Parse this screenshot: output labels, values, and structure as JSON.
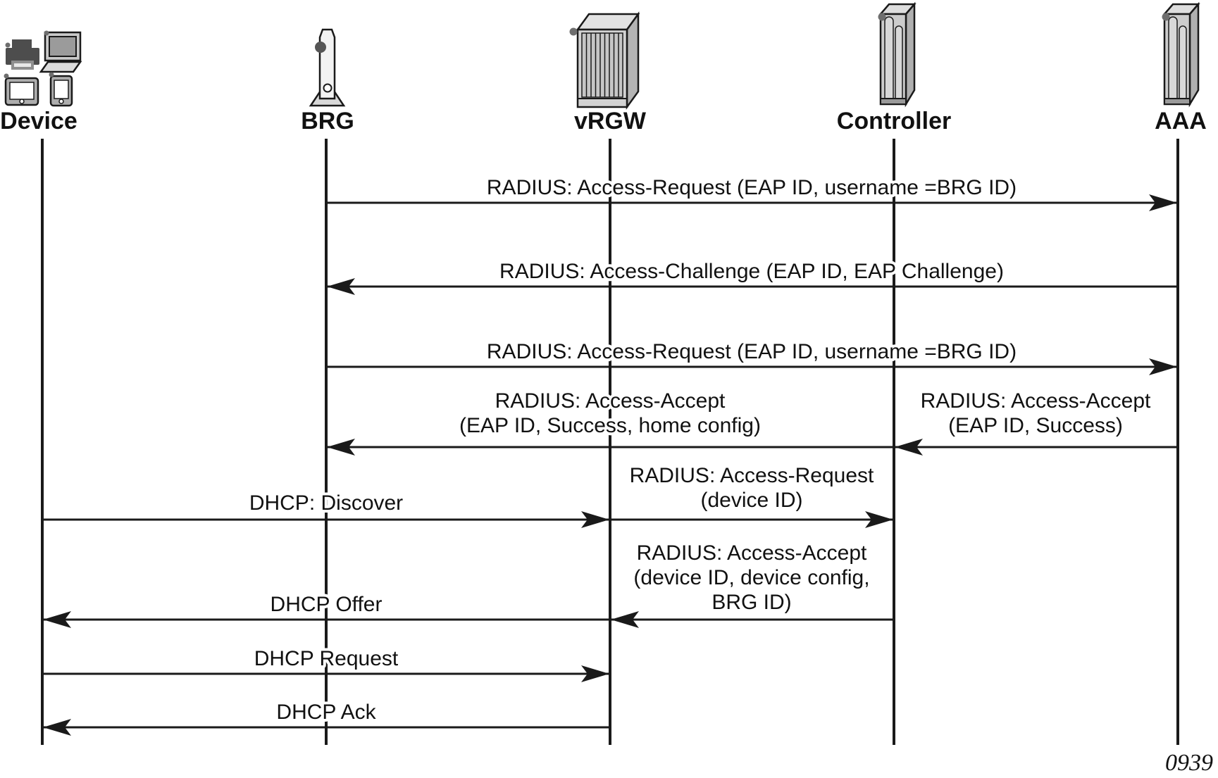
{
  "figure": {
    "number": "0939"
  },
  "colors": {
    "line": "#1a1a1a",
    "text": "#111111",
    "icon_front": "#cccccc",
    "icon_side": "#b0b0b0",
    "icon_top": "#dedede",
    "icon_dot": "#6e6e6e",
    "background": "#ffffff"
  },
  "actors": [
    {
      "id": "device",
      "label": "Device",
      "icon": "device-cluster-icon"
    },
    {
      "id": "brg",
      "label": "BRG",
      "icon": "gateway-icon"
    },
    {
      "id": "vrgw",
      "label": "vRGW",
      "icon": "chassis-icon"
    },
    {
      "id": "controller",
      "label": "Controller",
      "icon": "server-tower-icon"
    },
    {
      "id": "aaa",
      "label": "AAA",
      "icon": "server-tower-icon"
    }
  ],
  "messages": [
    {
      "id": "m1",
      "from": "BRG",
      "to": "AAA",
      "lines": [
        "RADIUS: Access-Request (EAP ID, username =BRG ID)"
      ]
    },
    {
      "id": "m2",
      "from": "AAA",
      "to": "BRG",
      "lines": [
        "RADIUS: Access-Challenge (EAP ID, EAP Challenge)"
      ]
    },
    {
      "id": "m3",
      "from": "BRG",
      "to": "AAA",
      "lines": [
        "RADIUS: Access-Request (EAP ID, username =BRG ID)"
      ]
    },
    {
      "id": "m4",
      "from": "Controller",
      "to": "BRG",
      "lines": [
        "RADIUS: Access-Accept",
        "(EAP ID, Success, home config)"
      ]
    },
    {
      "id": "m5",
      "from": "AAA",
      "to": "Controller",
      "lines": [
        "RADIUS: Access-Accept",
        "(EAP ID, Success)"
      ]
    },
    {
      "id": "m6",
      "from": "Device",
      "to": "vRGW",
      "lines": [
        "DHCP: Discover"
      ]
    },
    {
      "id": "m7",
      "from": "vRGW",
      "to": "Controller",
      "lines": [
        "RADIUS: Access-Request",
        "(device ID)"
      ]
    },
    {
      "id": "m8",
      "from": "Controller",
      "to": "vRGW",
      "lines": [
        "RADIUS: Access-Accept",
        "(device ID, device config,",
        "BRG ID)"
      ]
    },
    {
      "id": "m9",
      "from": "vRGW",
      "to": "Device",
      "lines": [
        "DHCP Offer"
      ]
    },
    {
      "id": "m10",
      "from": "Device",
      "to": "vRGW",
      "lines": [
        "DHCP Request"
      ]
    },
    {
      "id": "m11",
      "from": "vRGW",
      "to": "Device",
      "lines": [
        "DHCP Ack"
      ]
    }
  ]
}
